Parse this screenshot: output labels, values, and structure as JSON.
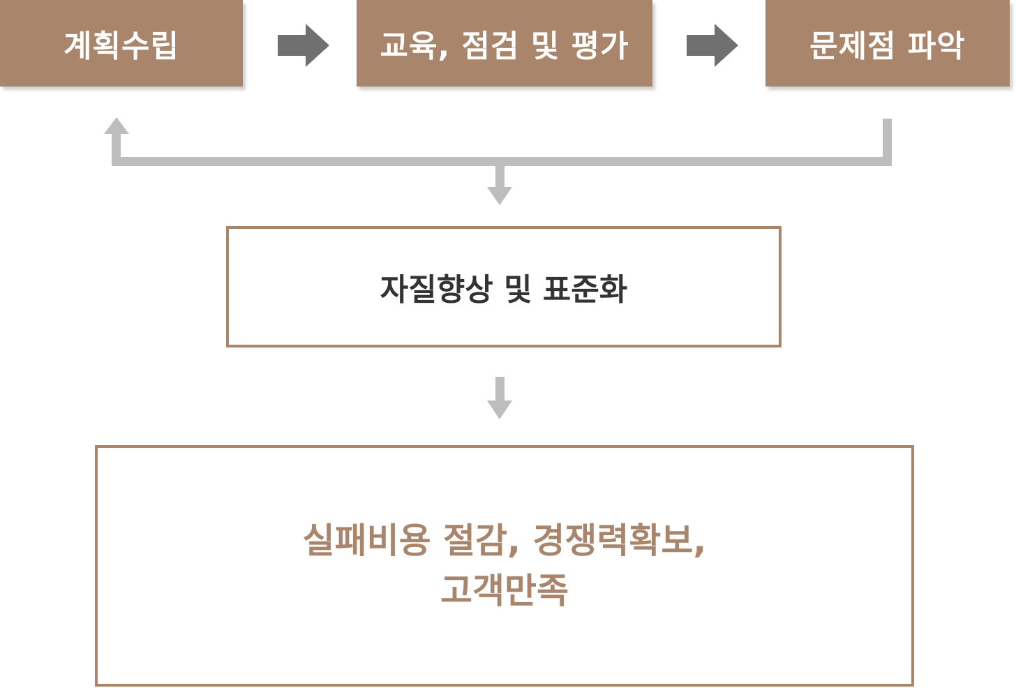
{
  "steps": [
    {
      "label": "계획수립"
    },
    {
      "label": "교육, 점검 및 평가"
    },
    {
      "label": "문제점 파악"
    }
  ],
  "standardize": {
    "label": "자질향상 및 표준화"
  },
  "result": {
    "line1": "실패비용 절감, 경쟁력확보,",
    "line2": "고객만족"
  },
  "colors": {
    "step_fill": "#a8856b",
    "flow_arrow": "#707070",
    "connector": "#bdbdbd",
    "box_border": "#a8856b",
    "result_text": "#a8856b",
    "standardize_text": "#333333"
  },
  "icons": {
    "flow_arrow": "right-arrow-icon",
    "connector_up": "up-arrow-icon",
    "connector_down": "down-arrow-icon"
  }
}
